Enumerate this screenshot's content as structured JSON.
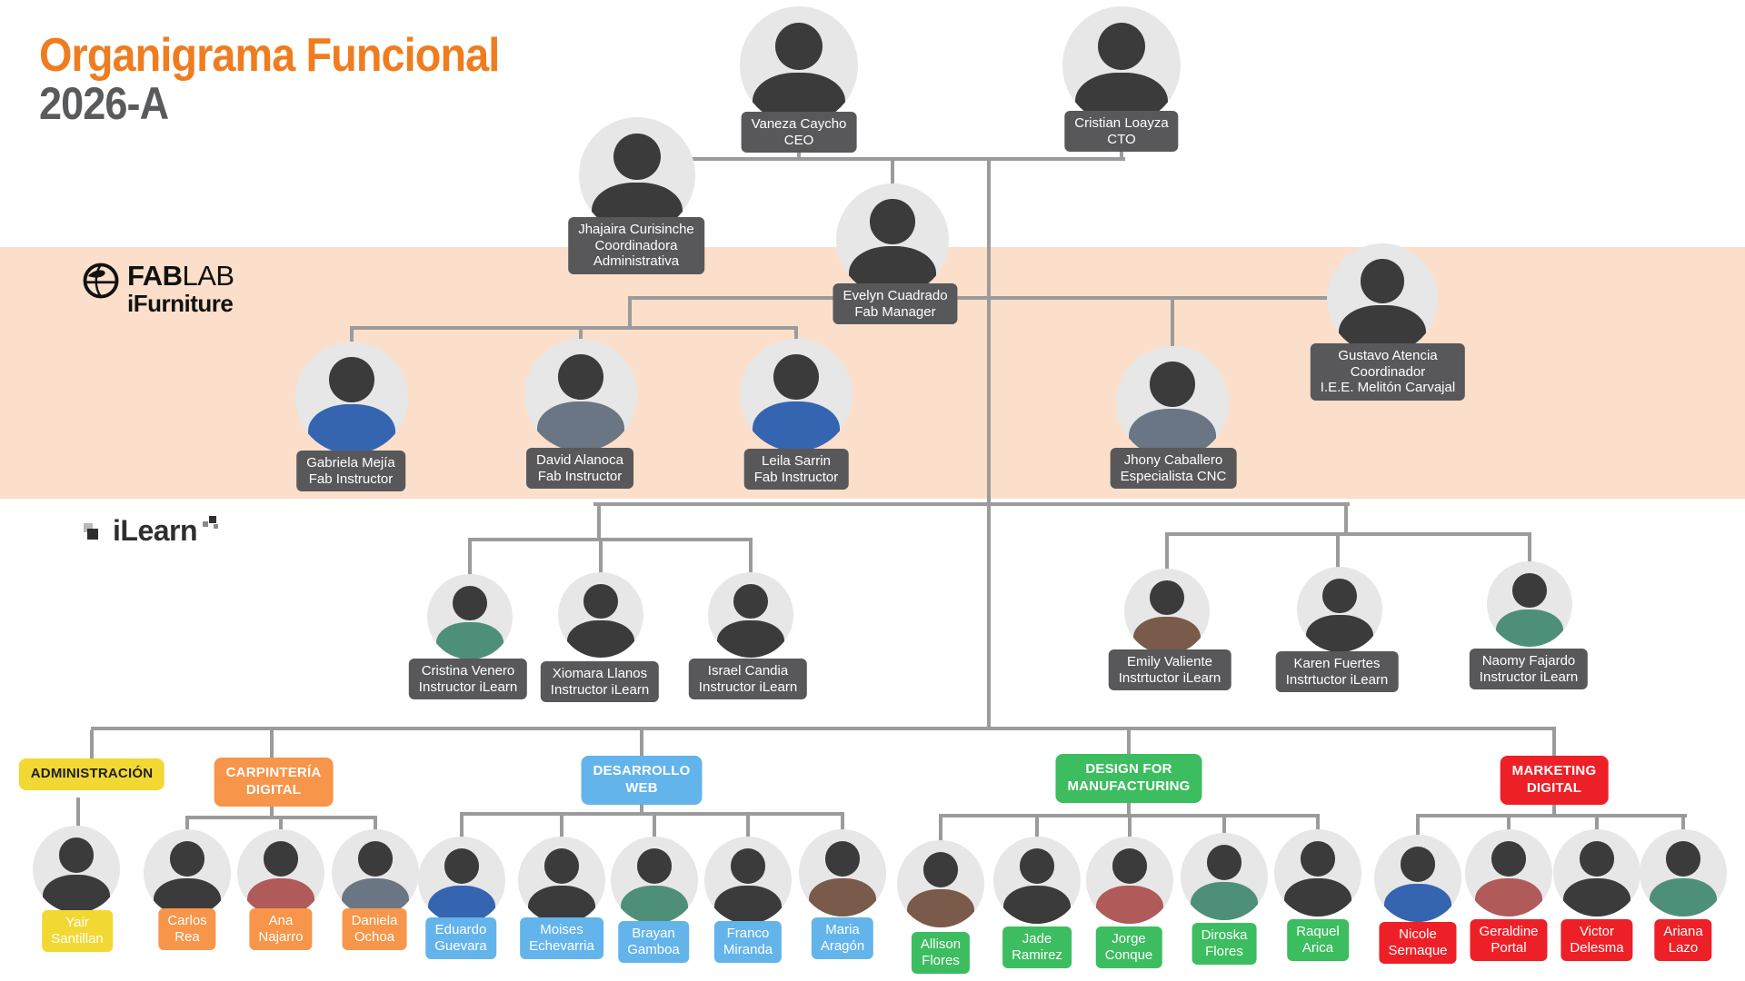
{
  "header": {
    "title": "Organigrama Funcional",
    "subtitle": "2026-A"
  },
  "logos": {
    "fablab": {
      "fab": "FAB",
      "lab": "LAB",
      "sub": "iFurniture"
    },
    "ilearn": {
      "text": "iLearn"
    }
  },
  "people": [
    {
      "name": "Vaneza Caycho",
      "role": "CEO"
    },
    {
      "name": "Cristian Loayza",
      "role": "CTO"
    },
    {
      "name": "Jhajaira Curisinche",
      "role": "Coordinadora\nAdministrativa"
    },
    {
      "name": "Evelyn Cuadrado",
      "role": "Fab Manager"
    },
    {
      "name": "Gustavo Atencia",
      "role": "Coordinador\nI.E.E. Melitón Carvajal"
    },
    {
      "name": "Gabriela Mejía",
      "role": "Fab Instructor"
    },
    {
      "name": "David Alanoca",
      "role": "Fab Instructor"
    },
    {
      "name": "Leila Sarrin",
      "role": "Fab Instructor"
    },
    {
      "name": "Jhony Caballero",
      "role": "Especialista CNC"
    },
    {
      "name": "Cristina Venero",
      "role": "Instructor iLearn"
    },
    {
      "name": "Xiomara Llanos",
      "role": "Instructor iLearn"
    },
    {
      "name": "Israel Candia",
      "role": "Instructor iLearn"
    },
    {
      "name": "Emily Valiente",
      "role": "Instrtuctor iLearn"
    },
    {
      "name": "Karen Fuertes",
      "role": "Instrtuctor iLearn"
    },
    {
      "name": "Naomy Fajardo",
      "role": "Instructor iLearn"
    }
  ],
  "departments": [
    {
      "label": "ADMINISTRACIÓN",
      "color": "#f2d833",
      "members": [
        "Yair\nSantillan"
      ]
    },
    {
      "label": "CARPINTERÍA\nDIGITAL",
      "color": "#f7954a",
      "members": [
        "Carlos\nRea",
        "Ana\nNajarro",
        "Daniela\nOchoa"
      ]
    },
    {
      "label": "DESARROLLO\nWEB",
      "color": "#63b4eb",
      "members": [
        "Eduardo\nGuevara",
        "Moises\nEchevarria",
        "Brayan\nGamboa",
        "Franco\nMiranda",
        "Maria\nAragón"
      ]
    },
    {
      "label": "DESIGN FOR\nMANUFACTURING",
      "color": "#3cbd5f",
      "members": [
        "Allison\nFlores",
        "Jade\nRamirez",
        "Jorge\nConque",
        "Diroska\nFlores",
        "Raquel\nArica"
      ]
    },
    {
      "label": "MARKETING\nDIGITAL",
      "color": "#ee2027",
      "members": [
        "Nicole\nSernaque",
        "Geraldine\nPortal",
        "Victor\nDelesma",
        "Ariana\nLazo"
      ]
    }
  ],
  "colors": {
    "band": "#fbdfca",
    "label_box": "#58585a",
    "connector": "#9b9b9b",
    "title_accent": "#ef7d1f",
    "title_secondary": "#595a5c"
  }
}
